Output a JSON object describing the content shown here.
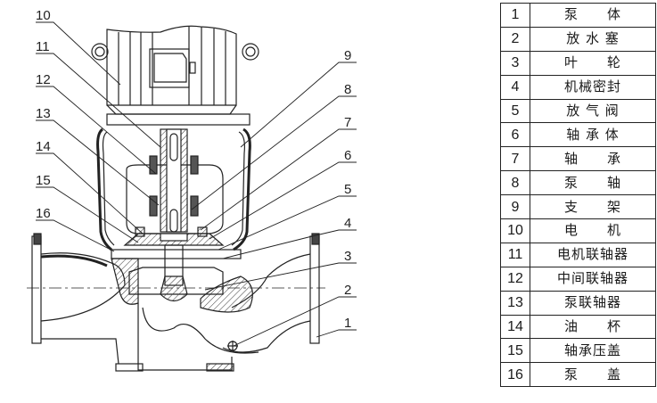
{
  "title": "Vertical pipeline pump sectional drawing",
  "callouts_left": [
    "10",
    "11",
    "12",
    "13",
    "14",
    "15",
    "16"
  ],
  "callouts_right": [
    "9",
    "8",
    "7",
    "6",
    "5",
    "4",
    "3",
    "2",
    "1"
  ],
  "parts": [
    {
      "no": "1",
      "name": "泵　　体"
    },
    {
      "no": "2",
      "name": "放 水 塞"
    },
    {
      "no": "3",
      "name": "叶　　轮"
    },
    {
      "no": "4",
      "name": "机械密封"
    },
    {
      "no": "5",
      "name": "放 气 阀"
    },
    {
      "no": "6",
      "name": "轴 承 体"
    },
    {
      "no": "7",
      "name": "轴　　承"
    },
    {
      "no": "8",
      "name": "泵　　轴"
    },
    {
      "no": "9",
      "name": "支　　架"
    },
    {
      "no": "10",
      "name": "电　　机"
    },
    {
      "no": "11",
      "name": "电机联轴器"
    },
    {
      "no": "12",
      "name": "中间联轴器"
    },
    {
      "no": "13",
      "name": "泵联轴器"
    },
    {
      "no": "14",
      "name": "油　　杯"
    },
    {
      "no": "15",
      "name": "轴承压盖"
    },
    {
      "no": "16",
      "name": "泵　　盖"
    }
  ],
  "colors": {
    "line": "#222222",
    "background": "#ffffff"
  }
}
